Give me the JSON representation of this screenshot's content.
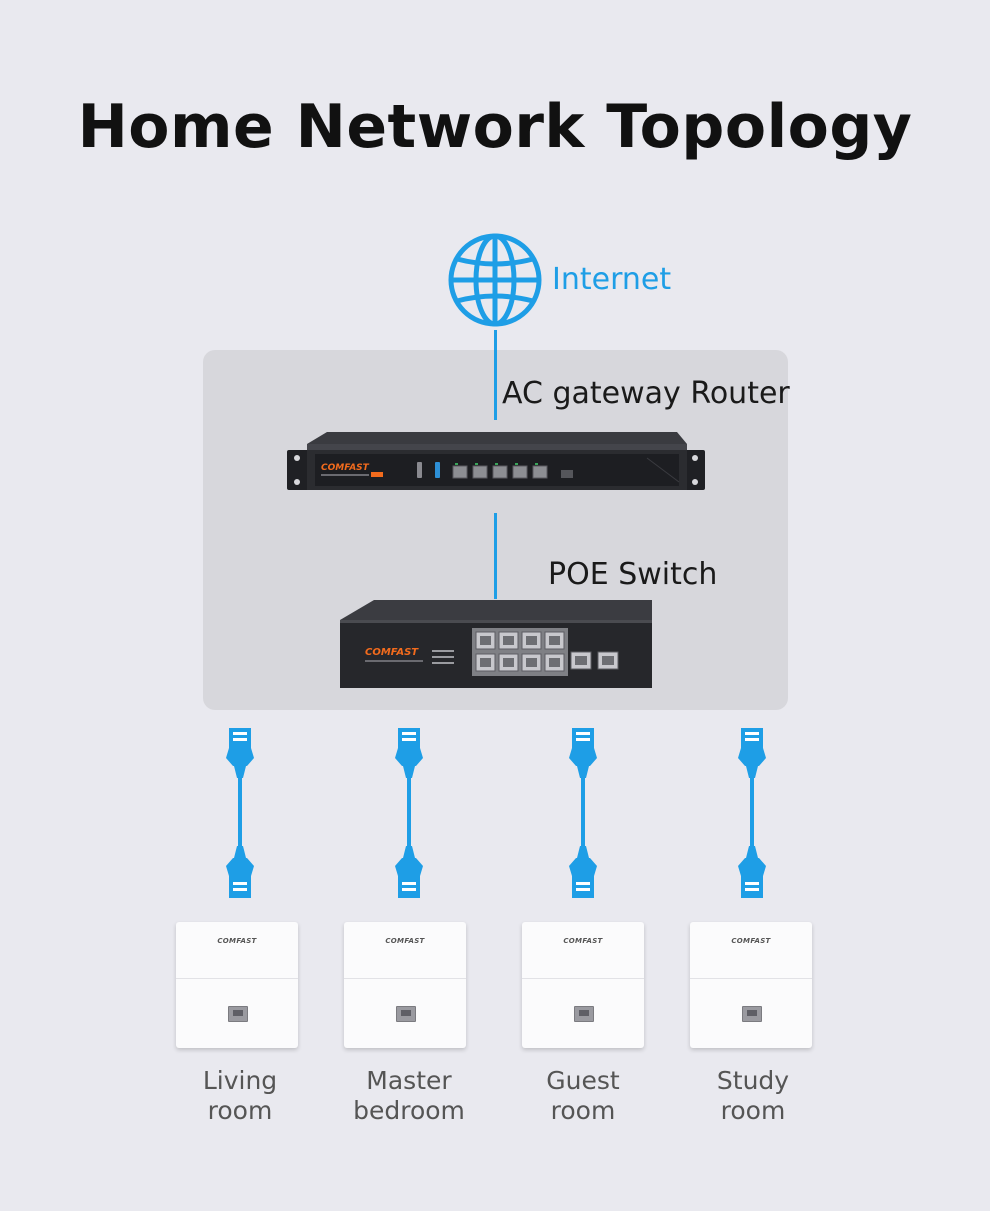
{
  "title": "Home Network Topology",
  "colors": {
    "accent": "#1e9ee6",
    "background": "#e9e9ef",
    "panel": "#d7d7dc",
    "device_dark": "#2b2c30",
    "brand_orange": "#f26b1d"
  },
  "internet": {
    "label": "Internet",
    "icon": "globe-icon"
  },
  "router": {
    "label": "AC gateway Router",
    "brand": "COMFAST"
  },
  "switch": {
    "label": "POE Switch",
    "brand": "COMFAST"
  },
  "access_points": [
    {
      "brand": "COMFAST",
      "room_line1": "Living",
      "room_line2": "room"
    },
    {
      "brand": "COMFAST",
      "room_line1": "Master",
      "room_line2": "bedroom"
    },
    {
      "brand": "COMFAST",
      "room_line1": "Guest",
      "room_line2": "room"
    },
    {
      "brand": "COMFAST",
      "room_line1": "Study",
      "room_line2": "room"
    }
  ]
}
